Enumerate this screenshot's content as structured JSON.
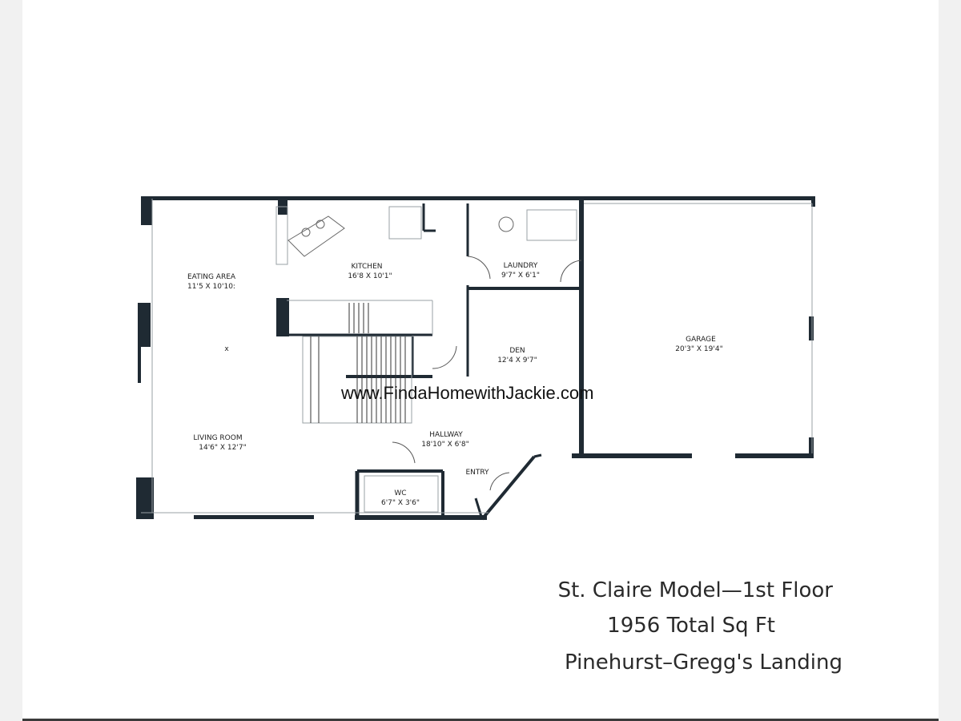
{
  "plan": {
    "rooms": {
      "eating_area": {
        "name": "EATING AREA",
        "dims": "11'5 X 10'10:"
      },
      "kitchen": {
        "name": "KITCHEN",
        "dims": "16'8 X 10'1\""
      },
      "laundry": {
        "name": "LAUNDRY",
        "dims": "9'7\" X 6'1\""
      },
      "garage": {
        "name": "GARAGE",
        "dims": "20'3\" X 19'4\""
      },
      "den": {
        "name": "DEN",
        "dims": "12'4 X 9'7\""
      },
      "living_room": {
        "name": "LIVING ROOM",
        "dims": "14'6\" X 12'7\""
      },
      "hallway": {
        "name": "HALLWAY",
        "dims": "18'10\" X 6'8\""
      },
      "entry": {
        "name": "ENTRY"
      },
      "wc": {
        "name": "WC",
        "dims": "6'7\" X 3'6\""
      }
    },
    "watermark": "www.FindaHomewithJackie.com"
  },
  "caption": {
    "model": "St. Claire Model—1st  Floor",
    "sqft": "1956 Total Sq Ft",
    "community": "Pinehurst–Gregg's Landing"
  },
  "colors": {
    "wall": "#1f2a33",
    "line": "#555555",
    "text": "#222222"
  }
}
